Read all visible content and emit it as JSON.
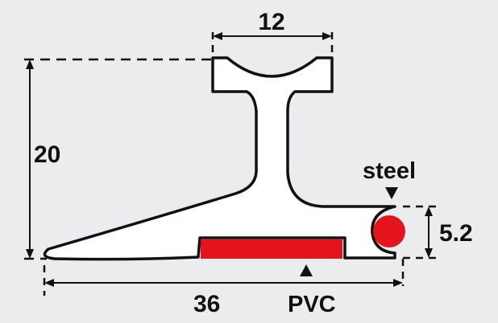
{
  "dimensions": {
    "top_width": "12",
    "height": "20",
    "bead_height": "5.2",
    "base_width": "36"
  },
  "labels": {
    "steel": "steel",
    "pvc": "PVC"
  },
  "colors": {
    "background": "#ebeced",
    "outline": "#111111",
    "profile_fill": "#ffffff",
    "pvc_insert": "#e3141b",
    "steel_core": "#e3141b"
  }
}
